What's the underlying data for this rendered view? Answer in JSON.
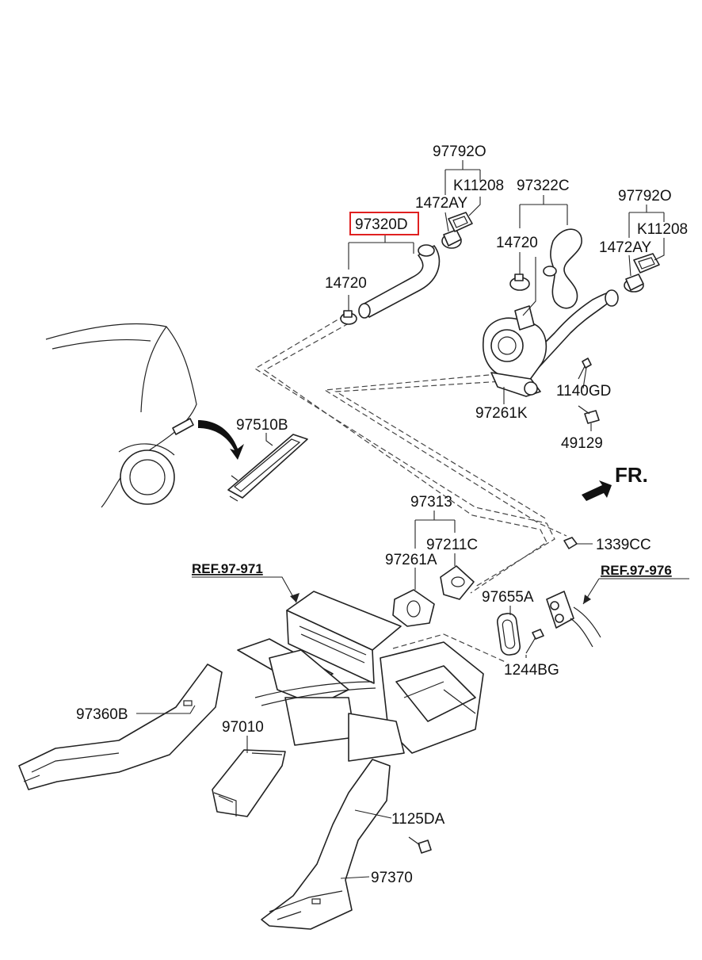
{
  "labels": {
    "hose_upper_a": "97320D",
    "clamp_left_a": "14720",
    "bracket_group_a": "97792O",
    "bracket_a_part1": "K11208",
    "bracket_a_part2": "1472AY",
    "hose_right": "97322C",
    "clamp_mid": "14720",
    "bracket_group_b": "97792O",
    "bracket_b_part1": "K11208",
    "bracket_b_part2": "1472AY",
    "bolt_a": "1140GD",
    "pump_bracket": "97261K",
    "bolt_b": "49129",
    "grille": "97510B",
    "fr": "FR.",
    "gasket_group": "97313",
    "gasket_a": "97211C",
    "gasket_b": "97261A",
    "nut": "1339CC",
    "ref_a": "REF.97-971",
    "ref_b": "REF.97-976",
    "seal": "97655A",
    "bolt_c": "1244BG",
    "duct_left": "97360B",
    "duct_center": "97010",
    "screw": "1125DA",
    "duct_rear": "97370"
  },
  "highlight": {
    "color": "#e02020",
    "target": "97320D"
  }
}
